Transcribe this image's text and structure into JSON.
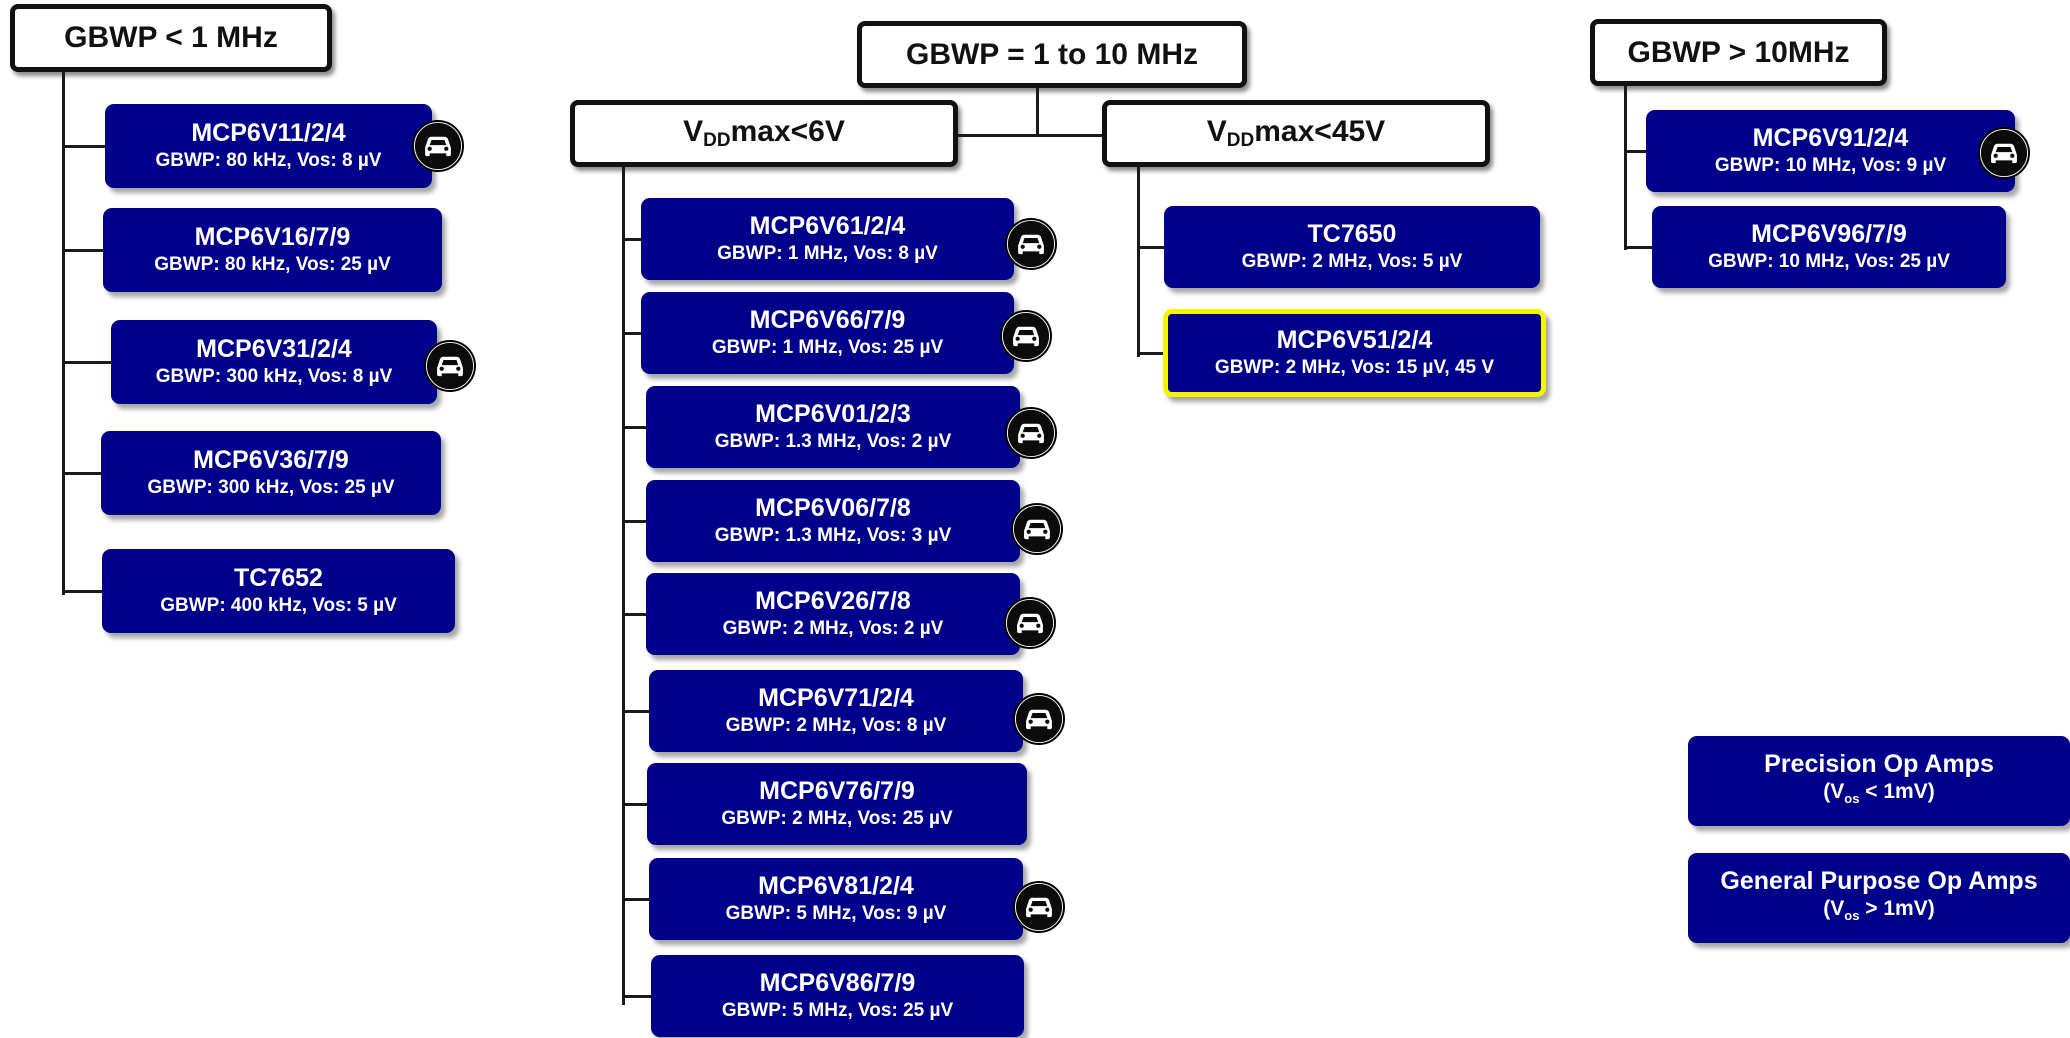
{
  "headers": {
    "low": "GBWP < 1 MHz",
    "mid": "GBWP = 1 to 10 MHz",
    "high": "GBWP > 10MHz",
    "vdd6": {
      "pre": "V",
      "sub": "DD",
      "post": "max<6V"
    },
    "vdd45": {
      "pre": "V",
      "sub": "DD",
      "post": "max<45V"
    }
  },
  "col_low": [
    {
      "name": "MCP6V11/2/4",
      "spec": "GBWP: 80 kHz, Vos: 8 µV",
      "auto": true
    },
    {
      "name": "MCP6V16/7/9",
      "spec": "GBWP: 80 kHz, Vos: 25 µV",
      "auto": false
    },
    {
      "name": "MCP6V31/2/4",
      "spec": "GBWP: 300 kHz, Vos: 8 µV",
      "auto": true
    },
    {
      "name": "MCP6V36/7/9",
      "spec": "GBWP: 300 kHz, Vos: 25 µV",
      "auto": false
    },
    {
      "name": "TC7652",
      "spec": "GBWP: 400 kHz, Vos: 5 µV",
      "auto": false
    }
  ],
  "col_mid6": [
    {
      "name": "MCP6V61/2/4",
      "spec": "GBWP: 1 MHz, Vos: 8 µV",
      "auto": true
    },
    {
      "name": "MCP6V66/7/9",
      "spec": "GBWP: 1 MHz, Vos: 25 µV",
      "auto": true
    },
    {
      "name": "MCP6V01/2/3",
      "spec": "GBWP: 1.3 MHz, Vos: 2 µV",
      "auto": true
    },
    {
      "name": "MCP6V06/7/8",
      "spec": "GBWP: 1.3 MHz, Vos: 3 µV",
      "auto": true
    },
    {
      "name": "MCP6V26/7/8",
      "spec": "GBWP: 2 MHz, Vos: 2 µV",
      "auto": true
    },
    {
      "name": "MCP6V71/2/4",
      "spec": "GBWP: 2 MHz, Vos: 8 µV",
      "auto": true
    },
    {
      "name": "MCP6V76/7/9",
      "spec": "GBWP: 2 MHz, Vos: 25 µV",
      "auto": false
    },
    {
      "name": "MCP6V81/2/4",
      "spec": "GBWP: 5 MHz, Vos: 9 µV",
      "auto": true
    },
    {
      "name": "MCP6V86/7/9",
      "spec": "GBWP: 5 MHz, Vos: 25 µV",
      "auto": false
    }
  ],
  "col_mid45": [
    {
      "name": "TC7650",
      "spec": "GBWP: 2 MHz, Vos: 5 µV",
      "auto": false
    },
    {
      "name": "MCP6V51/2/4",
      "spec": "GBWP: 2 MHz, Vos: 15 µV, 45 V",
      "auto": false,
      "highlight": true
    }
  ],
  "col_high": [
    {
      "name": "MCP6V91/2/4",
      "spec": "GBWP: 10 MHz, Vos: 9 µV",
      "auto": true
    },
    {
      "name": "MCP6V96/7/9",
      "spec": "GBWP: 10 MHz, Vos: 25 µV",
      "auto": false
    }
  ],
  "legend": {
    "precision": {
      "title": "Precision Op Amps",
      "pre": "(V",
      "sub": "os",
      "post": " < 1mV)"
    },
    "general": {
      "title": "General Purpose Op Amps",
      "pre": "(V",
      "sub": "os",
      "post": " > 1mV)"
    }
  },
  "colors": {
    "box": "#00008b",
    "highlight": "#f5f500",
    "header_border": "#111111"
  }
}
